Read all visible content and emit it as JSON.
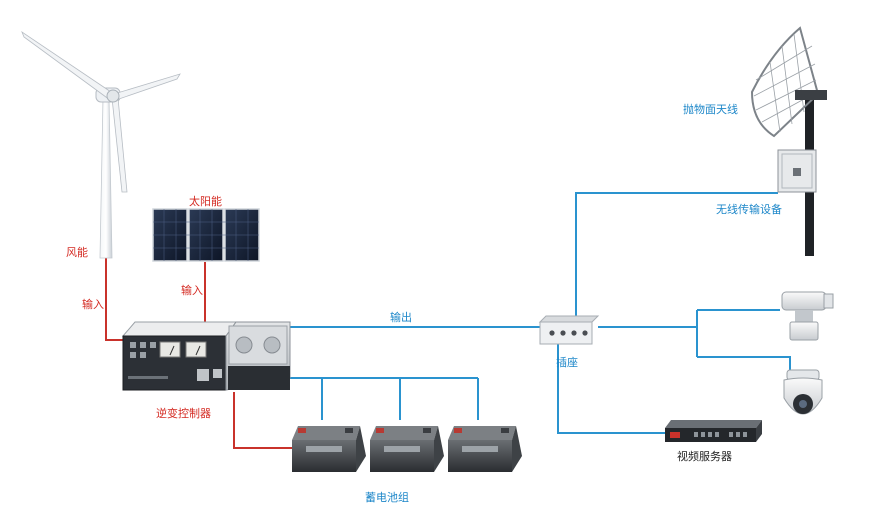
{
  "labels": {
    "wind": "风能",
    "solar": "太阳能",
    "wind_input": "输入",
    "solar_input": "输入",
    "output": "输出",
    "socket": "插座",
    "inverter": "逆变控制器",
    "battery": "蓄电池组",
    "antenna": "抛物面天线",
    "wireless": "无线传输设备",
    "video_server": "视频服务器"
  },
  "colors": {
    "power_line": "#c9322b",
    "signal_line": "#2a93cf",
    "red_label": "#d42a22",
    "blue_label": "#1d87c9"
  }
}
